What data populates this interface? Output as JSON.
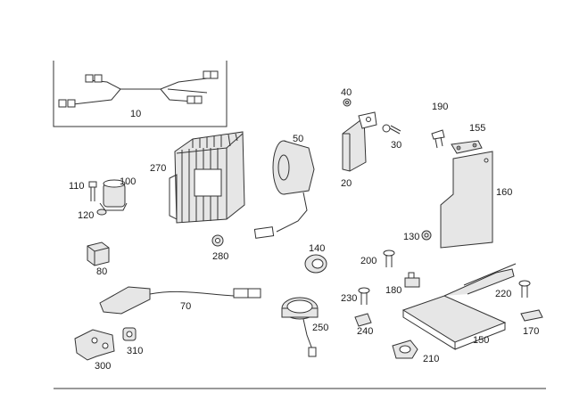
{
  "diagram": {
    "labels": {
      "p10": "10",
      "p20": "20",
      "p30": "30",
      "p40": "40",
      "p50": "50",
      "p70": "70",
      "p80": "80",
      "p100": "100",
      "p110": "110",
      "p120": "120",
      "p130": "130",
      "p140": "140",
      "p150": "150",
      "p155": "155",
      "p160": "160",
      "p170": "170",
      "p180": "180",
      "p190": "190",
      "p200": "200",
      "p210": "210",
      "p220": "220",
      "p230": "230",
      "p240": "240",
      "p250": "250",
      "p270": "270",
      "p280": "280",
      "p300": "300",
      "p310": "310"
    },
    "line_color": "#333333",
    "fill_color": "#e6e6e6"
  }
}
